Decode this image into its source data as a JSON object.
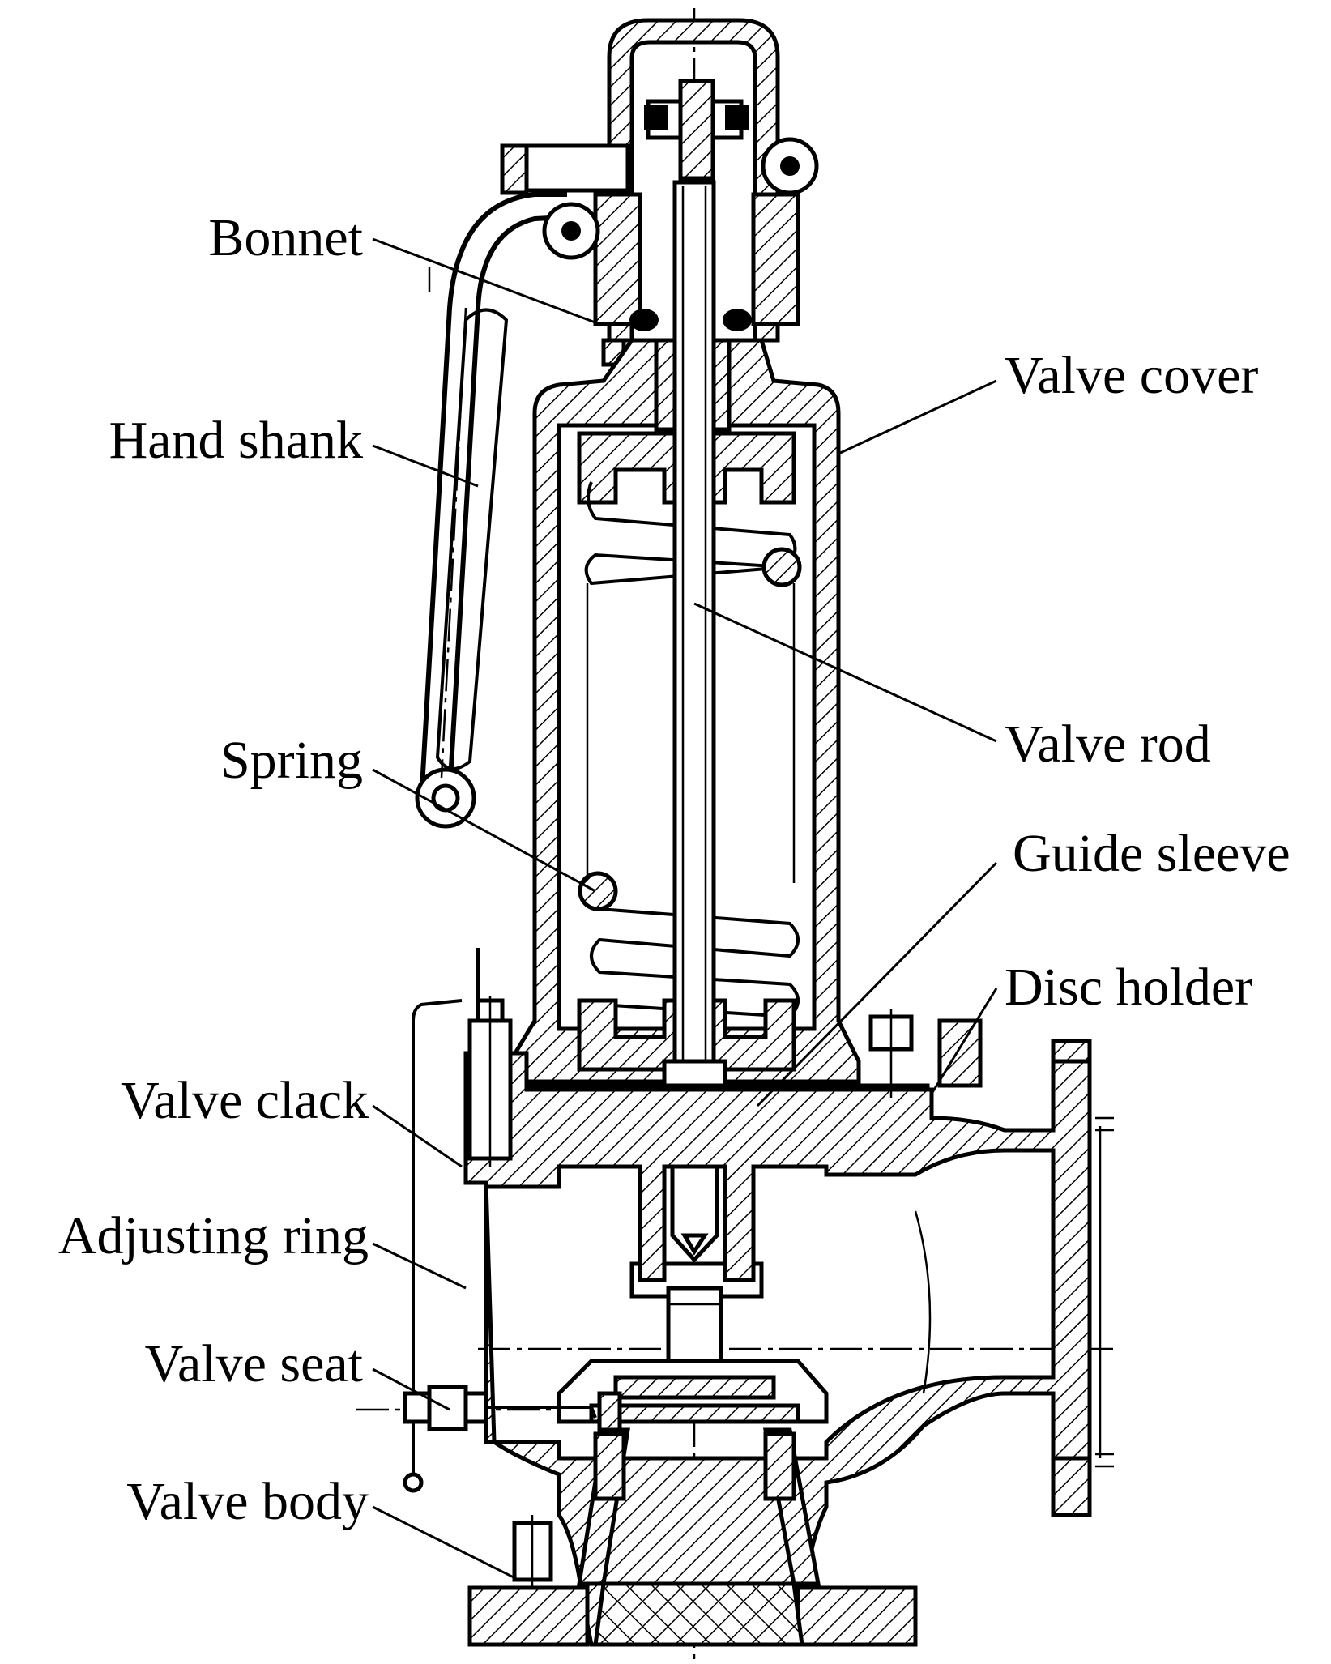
{
  "labels": {
    "bonnet": "Bonnet",
    "hand_shank": "Hand shank",
    "spring": "Spring",
    "valve_clack": "Valve clack",
    "adjusting_ring": "Adjusting ring",
    "valve_seat": "Valve seat",
    "valve_body": "Valve body",
    "valve_cover": "Valve cover",
    "valve_rod": "Valve rod",
    "guide_sleeve": "Guide sleeve",
    "disc_holder": "Disc holder"
  },
  "colors": {
    "line": "#000000",
    "background": "#ffffff"
  }
}
